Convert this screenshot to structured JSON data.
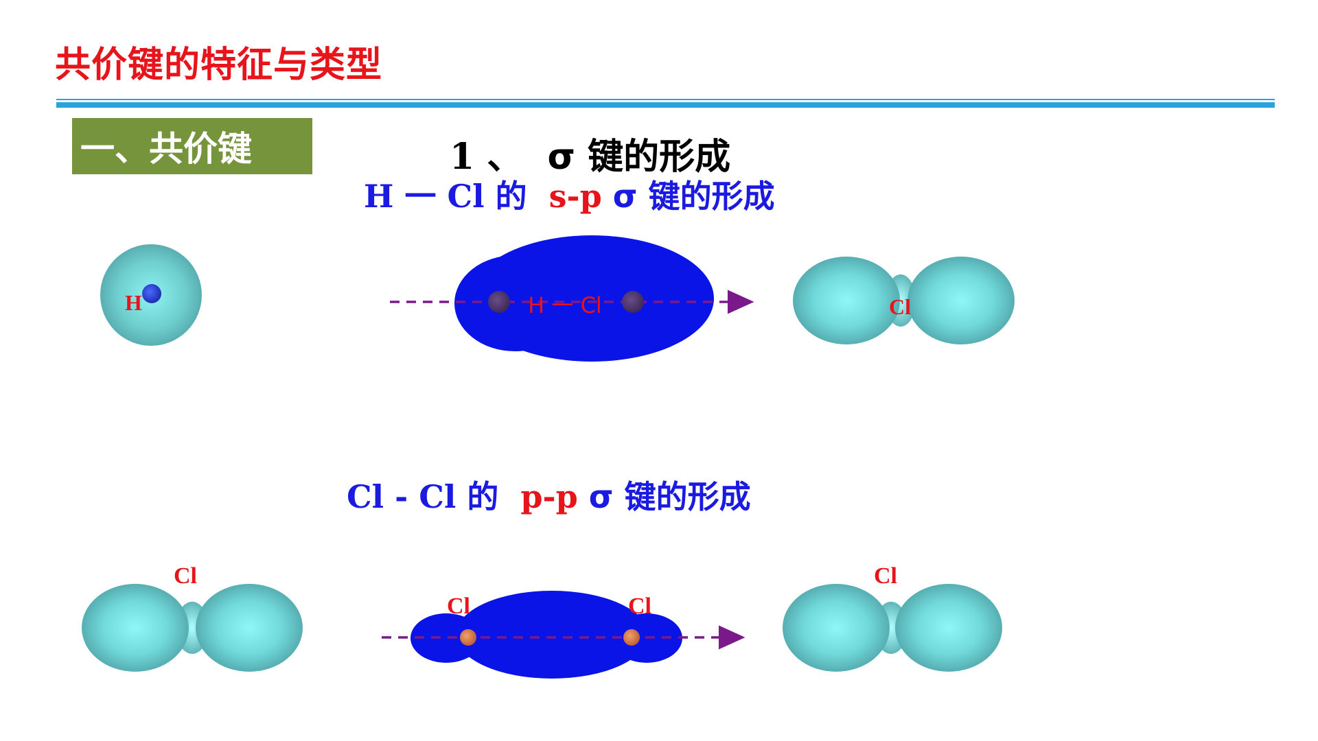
{
  "header": {
    "title": "共价键的特征与类型"
  },
  "section": {
    "badge": "一、共价键"
  },
  "heading": {
    "number": "1 、",
    "text": "σ 键的形成"
  },
  "sp_bond": {
    "atoms": "H 一 Cl",
    "of": "的",
    "type": "s-p",
    "suffix": "σ 键的形成",
    "h_label": "H",
    "cl_label": "Cl",
    "bond_label": "H 一 Cl"
  },
  "pp_bond": {
    "atoms": "Cl  -  Cl",
    "of": "的",
    "type": "p-p",
    "suffix": "σ 键的形成",
    "cl_left": "Cl",
    "cl_mid_left": "Cl",
    "cl_mid_right": "Cl",
    "cl_right": "Cl"
  },
  "colors": {
    "title_red": "#e8141b",
    "rule_blue": "#2aa3da",
    "badge_green": "#76943c",
    "text_blue": "#1b1ae0",
    "orbital_cyan": "#7fdcdc",
    "overlap_blue": "#0a14e6",
    "axis_purple": "#7a1a8a"
  }
}
